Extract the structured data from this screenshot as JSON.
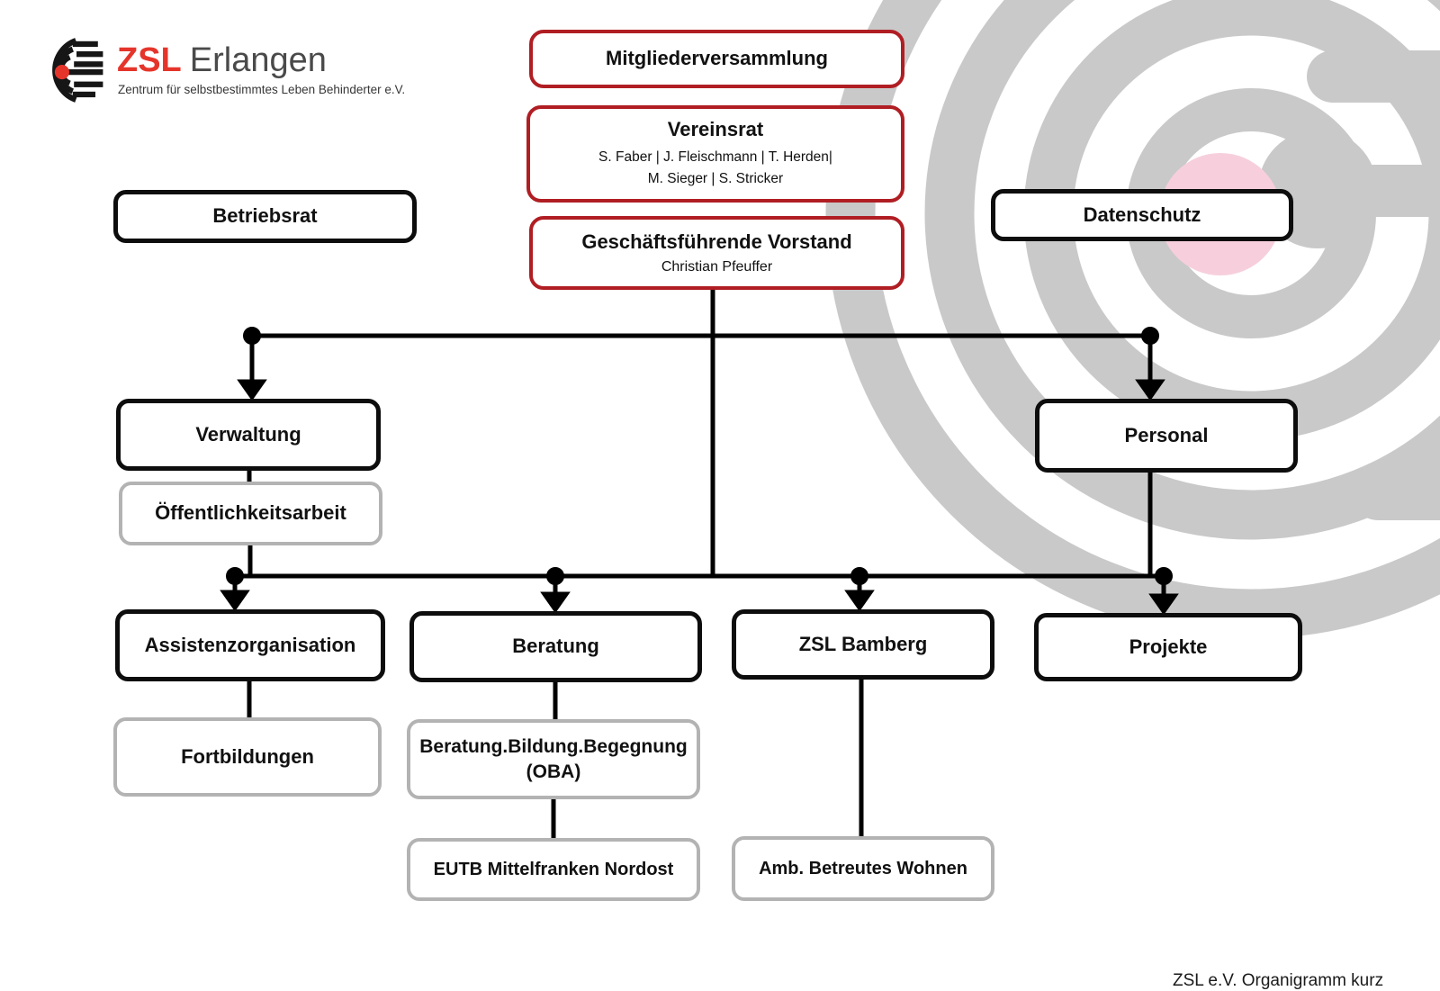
{
  "logo": {
    "brand_bold": "ZSL",
    "brand_rest": "Erlangen",
    "subtitle": "Zentrum für selbstbestimmtes Leben Behinderter e.V."
  },
  "chart": {
    "mitgliederversammlung": {
      "label": "Mitgliederversammlung"
    },
    "vereinsrat": {
      "label": "Vereinsrat",
      "members_line1": "S. Faber | J. Fleischmann | T. Herden|",
      "members_line2": "M. Sieger | S. Stricker"
    },
    "vorstand": {
      "label": "Geschäftsführende Vorstand",
      "person": "Christian Pfeuffer"
    },
    "betriebsrat": {
      "label": "Betriebsrat"
    },
    "datenschutz": {
      "label": "Datenschutz"
    },
    "verwaltung": {
      "label": "Verwaltung"
    },
    "oeffentlichkeitsarbeit": {
      "label": "Öffentlichkeitsarbeit"
    },
    "personal": {
      "label": "Personal"
    },
    "assistenzorganisation": {
      "label": "Assistenzorganisation"
    },
    "beratung": {
      "label": "Beratung"
    },
    "zsl_bamberg": {
      "label": "ZSL Bamberg"
    },
    "projekte": {
      "label": "Projekte"
    },
    "fortbildungen": {
      "label": "Fortbildungen"
    },
    "oba": {
      "label": "Beratung.Bildung.Begegnung (OBA)"
    },
    "eutb": {
      "label": "EUTB Mittelfranken Nordost"
    },
    "amb_wohnen": {
      "label": "Amb. Betreutes Wohnen"
    }
  },
  "footer": {
    "caption": "ZSL e.V. Organigramm kurz"
  },
  "colors": {
    "accent_red": "#b01e23",
    "box_black": "#0d0d0d",
    "box_gray": "#b3b3b3",
    "watermark_gray": "#c9c9c9",
    "watermark_pink": "#f7cfdc",
    "logo_red": "#e5352b"
  }
}
